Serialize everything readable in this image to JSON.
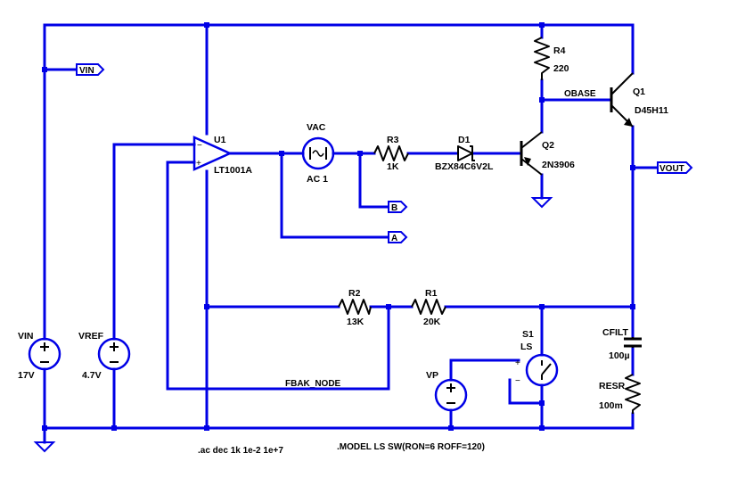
{
  "components": {
    "U1": {
      "ref": "U1",
      "value": "LT1001A"
    },
    "VAC": {
      "ref": "VAC",
      "value": "AC 1"
    },
    "R3": {
      "ref": "R3",
      "value": "1K"
    },
    "D1": {
      "ref": "D1",
      "value": "BZX84C6V2L"
    },
    "Q2": {
      "ref": "Q2",
      "value": "2N3906"
    },
    "R4": {
      "ref": "R4",
      "value": "220"
    },
    "Q1": {
      "ref": "Q1",
      "value": "D45H11"
    },
    "VIN": {
      "ref": "VIN",
      "value": "17V"
    },
    "VREF": {
      "ref": "VREF",
      "value": "4.7V"
    },
    "R2": {
      "ref": "R2",
      "value": "13K"
    },
    "R1": {
      "ref": "R1",
      "value": "20K"
    },
    "S1": {
      "ref": "S1",
      "value": "LS"
    },
    "VP": {
      "ref": "VP"
    },
    "CFILT": {
      "ref": "CFILT",
      "value": "100µ"
    },
    "RESR": {
      "ref": "RESR",
      "value": "100m"
    }
  },
  "net_labels": {
    "vin": "VIN",
    "vout": "VOUT",
    "a": "A",
    "b": "B",
    "obase": "OBASE",
    "fbak": "FBAK_NODE"
  },
  "directives": {
    "ac": ".ac dec 1k 1e-2 1e+7",
    "model": ".MODEL LS SW(RON=6 ROFF=120)"
  }
}
